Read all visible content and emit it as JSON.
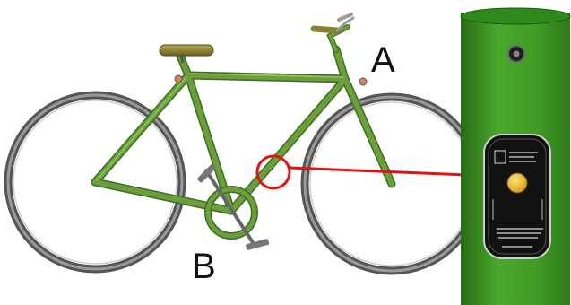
{
  "labels": {
    "point_a": "A",
    "point_b": "B"
  },
  "colors": {
    "frame": "#6a9f3c",
    "frame_dark": "#3f6e22",
    "tube": "#3f9a24",
    "tube_dark": "#2a6b16",
    "tire": "#5a5a5a",
    "saddle": "#8a8030",
    "callout": "#e01414",
    "plate": "#111111",
    "dot": "#e9b61c"
  },
  "icons": {
    "wheel_rear": "bicycle-rear-wheel",
    "wheel_front": "bicycle-front-wheel",
    "callout_circle": "magnifier-circle",
    "sensor": "tube-sensor-plate"
  }
}
